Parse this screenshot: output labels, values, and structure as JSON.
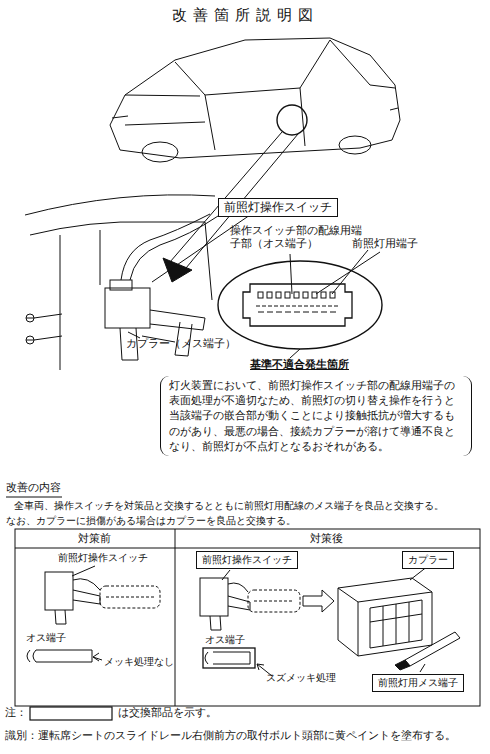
{
  "diagram": {
    "title": "改善箇所説明図",
    "nodes": [
      {
        "text": [
          "前照灯操作スイッチ"
        ]
      },
      {
        "text": [
          "灯火装置において、前照灯操作スイッチ部の配線用端子の表面処理が不適切なため、前照灯の切り替え操作を行うと当該端子の嵌合部が動くことにより接触抵抗が増大するものがあり、最悪の場合、接続カプラーが溶けて導通不良となり、前照灯が不点灯となるおそれがある。"
        ]
      },
      {
        "text": [
          "前照灯操作スイッチ"
        ]
      },
      {
        "text": [
          "カプラー"
        ]
      },
      {
        "text": [
          "前照灯用メス端子"
        ]
      }
    ],
    "labels": [
      "操作スイッチ部の配線用端子部（オス端子）",
      "前照灯用端子",
      "カプラー（メス端子）",
      "基準不適合発生箇所",
      "改善の内容",
      "全車両、操作スイッチを対策品と交換するとともに前照灯用配線のメス端子を良品と交換する。",
      "なお、カプラーに損傷がある場合はカプラーを良品と交換する。",
      "対策前",
      "対策後",
      "前照灯操作スイッチ",
      "オス端子",
      "メッキ処理なし",
      "オス端子",
      "スズメッキ処理",
      "注：",
      "は交換部品を示す。",
      "識別：運転席シートのスライドレール右側前方の取付ボルト頭部に黄ペイントを塗布する。"
    ]
  }
}
